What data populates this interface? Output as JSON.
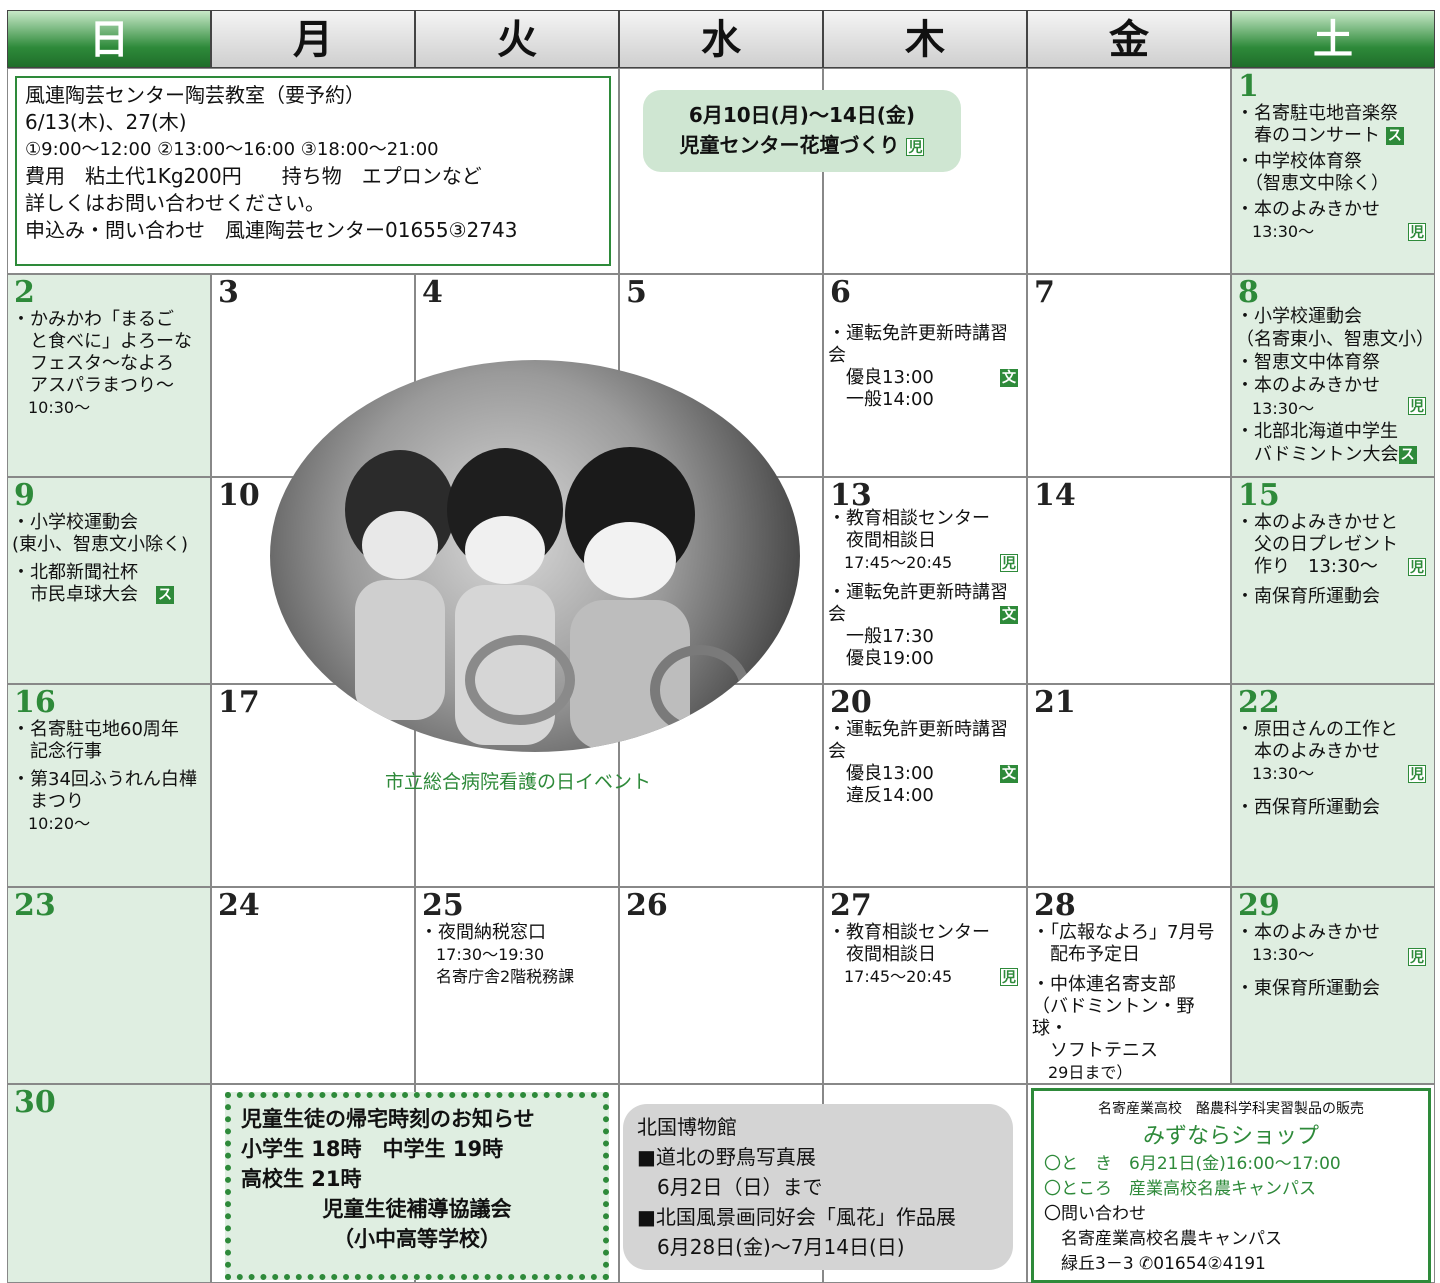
{
  "headers": [
    "日",
    "月",
    "火",
    "水",
    "木",
    "金",
    "土"
  ],
  "badges": {
    "jido": "児",
    "bunka": "文",
    "sport": "ス"
  },
  "pottery": {
    "l1": "風連陶芸センター陶芸教室（要予約）",
    "l2": " 6/13(木)、27(木)",
    "l3": "①9:00～12:00 ②13:00～16:00 ③18:00～21:00",
    "l4": "費用　粘土代1Kg200円　　持ち物　エプロンなど",
    "l5": "詳しくはお問い合わせください。",
    "l6": "申込み・問い合わせ　風連陶芸センター01655③2743"
  },
  "flower": {
    "l1": "6月10日(月)～14日(金)",
    "l2": "児童センター花壇づくり"
  },
  "d1": {
    "n": "1",
    "a1": "・名寄駐屯地音楽祭",
    "a2": "　春のコンサート",
    "b1": "・中学校体育祭",
    "b2": "　（智恵文中除く）",
    "c1": "・本のよみきかせ",
    "c2": "　13:30～"
  },
  "d2": {
    "n": "2",
    "a1": "・かみかわ「まるご",
    "a2": "　と食べに」よろーな",
    "a3": "　フェスタ～なよろ",
    "a4": "　アスパラまつり～",
    "a5": "　10:30～"
  },
  "d3": "3",
  "d4": "4",
  "d5": "5",
  "d6": {
    "n": "6",
    "a1": "・運転免許更新時講習会",
    "a2": "　優良13:00",
    "a3": "　一般14:00"
  },
  "d7": "7",
  "d8": {
    "n": "8",
    "a1": "・小学校運動会",
    "a2": "（名寄東小、智恵文小）",
    "a3": "・智恵文中体育祭",
    "a4": "・本のよみきかせ",
    "a5": "　13:30～",
    "a6": "・北部北海道中学生",
    "a7": "　バドミントン大会"
  },
  "d9": {
    "n": "9",
    "a1": "・小学校運動会",
    "a2": "(東小、智恵文小除く)",
    "b1": "・北都新聞社杯",
    "b2": "　市民卓球大会"
  },
  "d10": "10",
  "d13": {
    "n": "13",
    "a1": "・教育相談センター",
    "a2": "　夜間相談日",
    "a3": "　17:45～20:45",
    "b1": "・運転免許更新時講習会",
    "b2": "　一般17:30",
    "b3": "　優良19:00"
  },
  "d14": "14",
  "d15": {
    "n": "15",
    "a1": "・本のよみきかせと",
    "a2": "　父の日プレゼント",
    "a3": "　作り　13:30～",
    "b1": "・南保育所運動会"
  },
  "d16": {
    "n": "16",
    "a1": "・名寄駐屯地60周年",
    "a2": "　記念行事",
    "b1": "・第34回ふうれん白樺",
    "b2": "　まつり",
    "b3": "　10:20～"
  },
  "d17": "17",
  "caption": "市立総合病院看護の日イベント",
  "d20": {
    "n": "20",
    "a1": "・運転免許更新時講習会",
    "a2": "　優良13:00",
    "a3": "　違反14:00"
  },
  "d21": "21",
  "d22": {
    "n": "22",
    "a1": "・原田さんの工作と",
    "a2": "　本のよみきかせ",
    "a3": "　13:30～",
    "b1": "・西保育所運動会"
  },
  "d23": "23",
  "d24": "24",
  "d25": {
    "n": "25",
    "a1": "・夜間納税窓口",
    "a2": "　17:30～19:30",
    "a3": "　名寄庁舎2階税務課"
  },
  "d26": "26",
  "d27": {
    "n": "27",
    "a1": "・教育相談センター",
    "a2": "　夜間相談日",
    "a3": "　17:45～20:45"
  },
  "d28": {
    "n": "28",
    "a1": "・「広報なよろ」7月号",
    "a2": "　配布予定日",
    "b1": "・中体連名寄支部",
    "b2": "（バドミントン・野球・",
    "b3": "　ソフトテニス",
    "b4": "　29日まで）"
  },
  "d29": {
    "n": "29",
    "a1": "・本のよみきかせ",
    "a2": "　13:30～",
    "b1": "・東保育所運動会"
  },
  "d30": "30",
  "curfew": {
    "l1": "児童生徒の帰宅時刻のお知らせ",
    "l2": "小学生 18時　中学生 19時",
    "l3": "高校生 21時",
    "l4": "児童生徒補導協議会",
    "l5": "（小中高等学校）"
  },
  "museum": {
    "l1": "北国博物館",
    "l2": "■道北の野鳥写真展",
    "l3": "　6月2日（日）まで",
    "l4": "■北国風景画同好会「風花」作品展",
    "l5": "　6月28日(金)～7月14日(日)"
  },
  "shop": {
    "l1": "名寄産業高校　酪農科学科実習製品の販売",
    "l2": "みずならショップ",
    "l3": "〇と　き　6月21日(金)16:00～17:00",
    "l4": "〇ところ　産業高校名農キャンパス",
    "l5": "〇問い合わせ",
    "l6": "　名寄産業高校名農キャンパス",
    "l7": "　緑丘3－3 ✆01654②4191"
  }
}
